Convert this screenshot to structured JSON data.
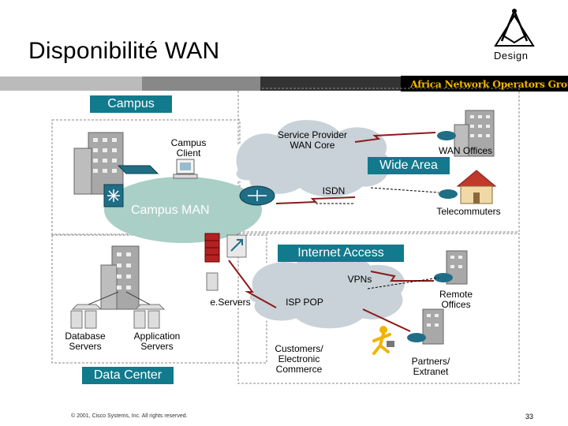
{
  "slide": {
    "title": "Disponibilité WAN",
    "header_label": "Design",
    "organization": "Africa Network Operators Group",
    "copyright": "© 2001, Cisco Systems, Inc. All rights reserved.",
    "page_number": "33"
  },
  "regions": {
    "campus": "Campus",
    "wide_area": "Wide Area",
    "campus_man": "Campus MAN",
    "internet_access": "Internet Access",
    "data_center": "Data Center"
  },
  "labels": {
    "campus_client": "Campus\nClient",
    "service_provider": "Service Provider\nWAN Core",
    "wan_offices": "WAN Offices",
    "isdn": "ISDN",
    "telecommuters": "Telecommuters",
    "vpns": "VPNs",
    "eservers": "e.Servers",
    "isp_pop": "ISP POP",
    "remote_offices": "Remote\nOffices",
    "database_servers": "Database\nServers",
    "application_servers": "Application\nServers",
    "customers": "Customers/\nElectronic\nCommerce",
    "partners": "Partners/\nExtranet"
  },
  "colors": {
    "region_box": "#117a8c",
    "cloud": "#c8d2d8",
    "campus_man_ellipse": "#a9cfc6",
    "building": "#a8a8a8",
    "router": "#1f6e86",
    "wan_link": "#8b1a1a",
    "gold": "#f0b400"
  }
}
